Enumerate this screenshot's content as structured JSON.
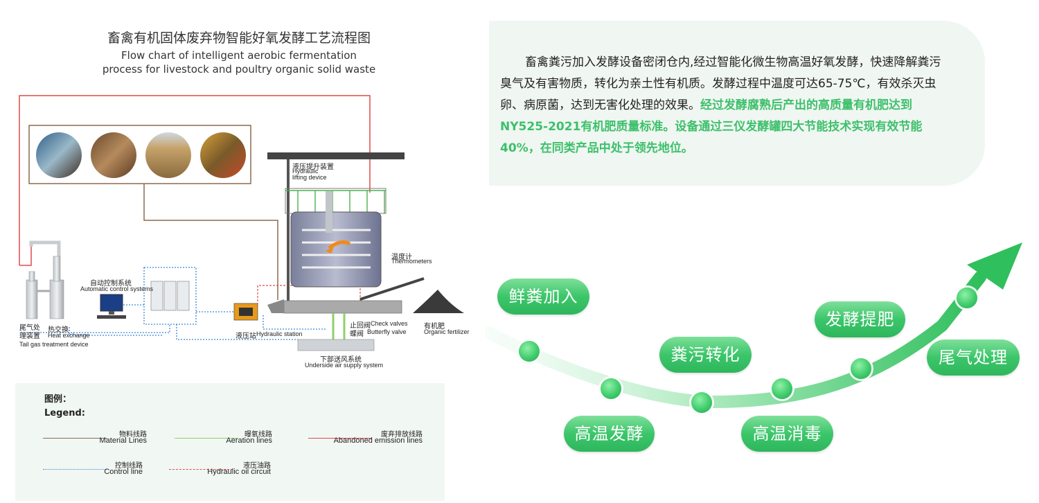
{
  "flowchart": {
    "title_zh": "畜禽有机固体废弃物智能好氧发酵工艺流程图",
    "title_en_line1": "Flow chart of intelligent aerobic fermentation",
    "title_en_line2": "process for livestock and poultry organic solid waste",
    "labels": {
      "hydraulic_lifting_zh": "液压提升装置",
      "hydraulic_lifting_en1": "Hydraulic",
      "hydraulic_lifting_en2": "lifting device",
      "thermometers_zh": "温度计",
      "thermometers_en": "Thermometers",
      "auto_control_zh": "自动控制系统",
      "auto_control_en": "Automatic control systems",
      "tail_gas_zh1": "尾气处",
      "tail_gas_zh2": "理装置",
      "heat_exchange_zh": "热交换",
      "heat_exchange_en": "Heat exchange",
      "tail_gas_en": "Tail gas treatment device",
      "hydraulic_station_zh": "液压站",
      "hydraulic_station_en": "Hydraulic station",
      "check_valves_zh": "止回阀",
      "check_valves_en": "Check valves",
      "butterfly_zh": "蝶阀",
      "butterfly_en": "Butterfly valve",
      "fertilizer_zh": "有机肥",
      "fertilizer_en": "Organic fertilizer",
      "air_supply_zh": "下部送风系统",
      "air_supply_en": "Underside air supply system"
    },
    "legend": {
      "title_zh": "图例：",
      "title_en": "Legend:",
      "items": [
        {
          "zh": "物料线路",
          "en": "Material Lines",
          "color": "#8b6a4f",
          "style": "solid"
        },
        {
          "zh": "曝氧线路",
          "en": "Aeration lines",
          "color": "#8fd06a",
          "style": "solid"
        },
        {
          "zh": "废弃排放线路",
          "en": "Abandoned emission lines",
          "color": "#e04a4a",
          "style": "solid"
        },
        {
          "zh": "控制线路",
          "en": "Control line",
          "color": "#3a86d8",
          "style": "dotted"
        },
        {
          "zh": "液压油路",
          "en": "Hydraulic oil circuit",
          "color": "#e04a4a",
          "style": "dashed"
        }
      ]
    }
  },
  "info": {
    "text_normal": "畜禽粪污加入发酵设备密闭仓内,经过智能化微生物高温好氧发酵，快速降解粪污臭气及有害物质，转化为亲土性有机质。发酵过程中温度可达65-75℃，有效杀灭虫卵、病原菌，达到无害化处理的效果。",
    "text_highlight": "经过发酵腐熟后产出的高质量有机肥达到NY525-2021有机肥质量标准。设备通过三仪发酵罐四大节能技术实现有效节能40%，在同类产品中处于领先地位。",
    "highlight_color": "#3dc06b"
  },
  "process": {
    "steps": [
      "鲜粪加入",
      "高温发酵",
      "粪污转化",
      "高温消毒",
      "发酵提肥",
      "尾气处理"
    ],
    "accent": "#3cc66a"
  }
}
